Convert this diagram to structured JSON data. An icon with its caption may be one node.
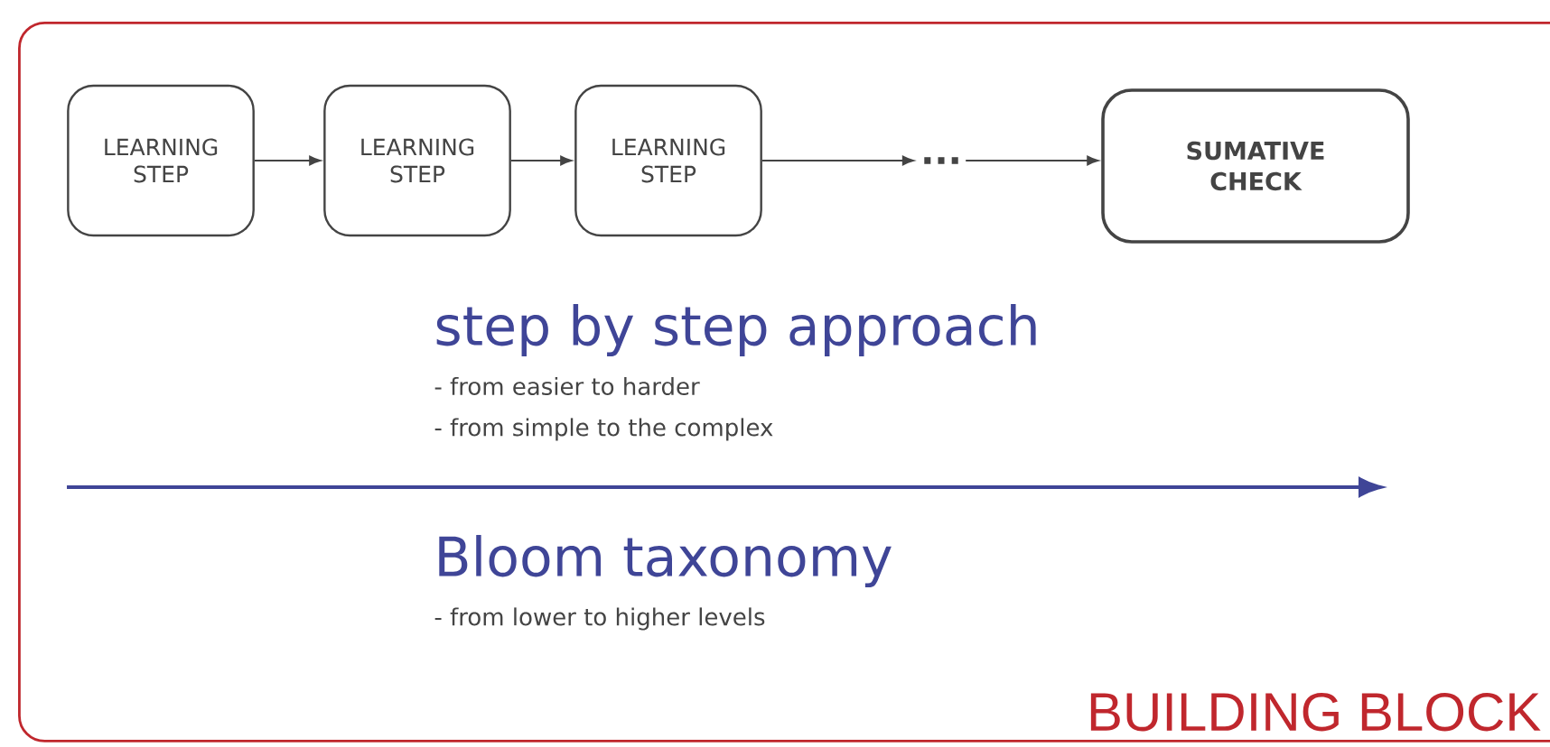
{
  "diagram": {
    "nodes": [
      {
        "text": [
          "BUILDING BLOCK"
        ]
      },
      {
        "text": [
          "LEARNING STEP"
        ],
        "in": 0
      },
      {
        "text": [
          "LEARNING STEP"
        ],
        "in": 0
      },
      {
        "text": [
          "LEARNING STEP"
        ],
        "in": 0
      },
      {
        "text": [
          "..."
        ],
        "in": 0
      },
      {
        "text": [
          "SUMATIVE CHECK"
        ],
        "in": 0
      }
    ],
    "edges": [
      {
        "from": 1,
        "to": 2,
        "arrow": "to"
      },
      {
        "from": 2,
        "to": 3,
        "arrow": "to"
      },
      {
        "from": 3,
        "to": 4,
        "arrow": "to"
      },
      {
        "from": 4,
        "to": 5,
        "arrow": "to"
      }
    ],
    "labels": [
      "step by step approach",
      "- from easier to harder",
      "- from simple to the complex",
      "Bloom taxonomy",
      "- from lower to higher levels"
    ]
  }
}
